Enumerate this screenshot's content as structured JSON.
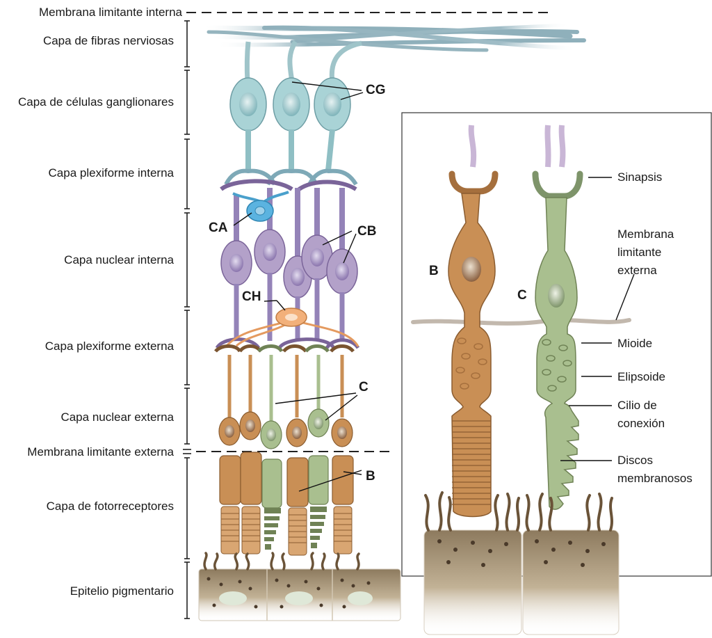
{
  "layers": [
    "Membrana limitante interna",
    "Capa de fibras nerviosas",
    "Capa de células ganglionares",
    "Capa plexiforme interna",
    "Capa nuclear interna",
    "Capa plexiforme externa",
    "Capa nuclear externa",
    "Membrana limitante externa",
    "Capa de fotorreceptores",
    "Epitelio pigmentario"
  ],
  "cell_labels": {
    "cg": "CG",
    "ca": "CA",
    "cb": "CB",
    "ch": "CH",
    "c": "C",
    "b": "B"
  },
  "inset": {
    "rod_letter": "B",
    "cone_letter": "C",
    "callouts": {
      "sinapsis": "Sinapsis",
      "membrana_line1": "Membrana",
      "membrana_line2": "limitante",
      "membrana_line3": "externa",
      "mioide": "Mioide",
      "elipsoide": "Elipsoide",
      "cilio_line1": "Cilio de",
      "cilio_line2": "conexión",
      "discos_line1": "Discos",
      "discos_line2": "membranosos"
    }
  },
  "colors": {
    "ganglion": "#a9d3d6",
    "bipolar": "#b3a1c9",
    "amacrine": "#5bb3e0",
    "horizontal": "#f2b07a",
    "rod": "#c98f55",
    "cone": "#a9bf8f",
    "epithelium": "#8a6f4e"
  }
}
